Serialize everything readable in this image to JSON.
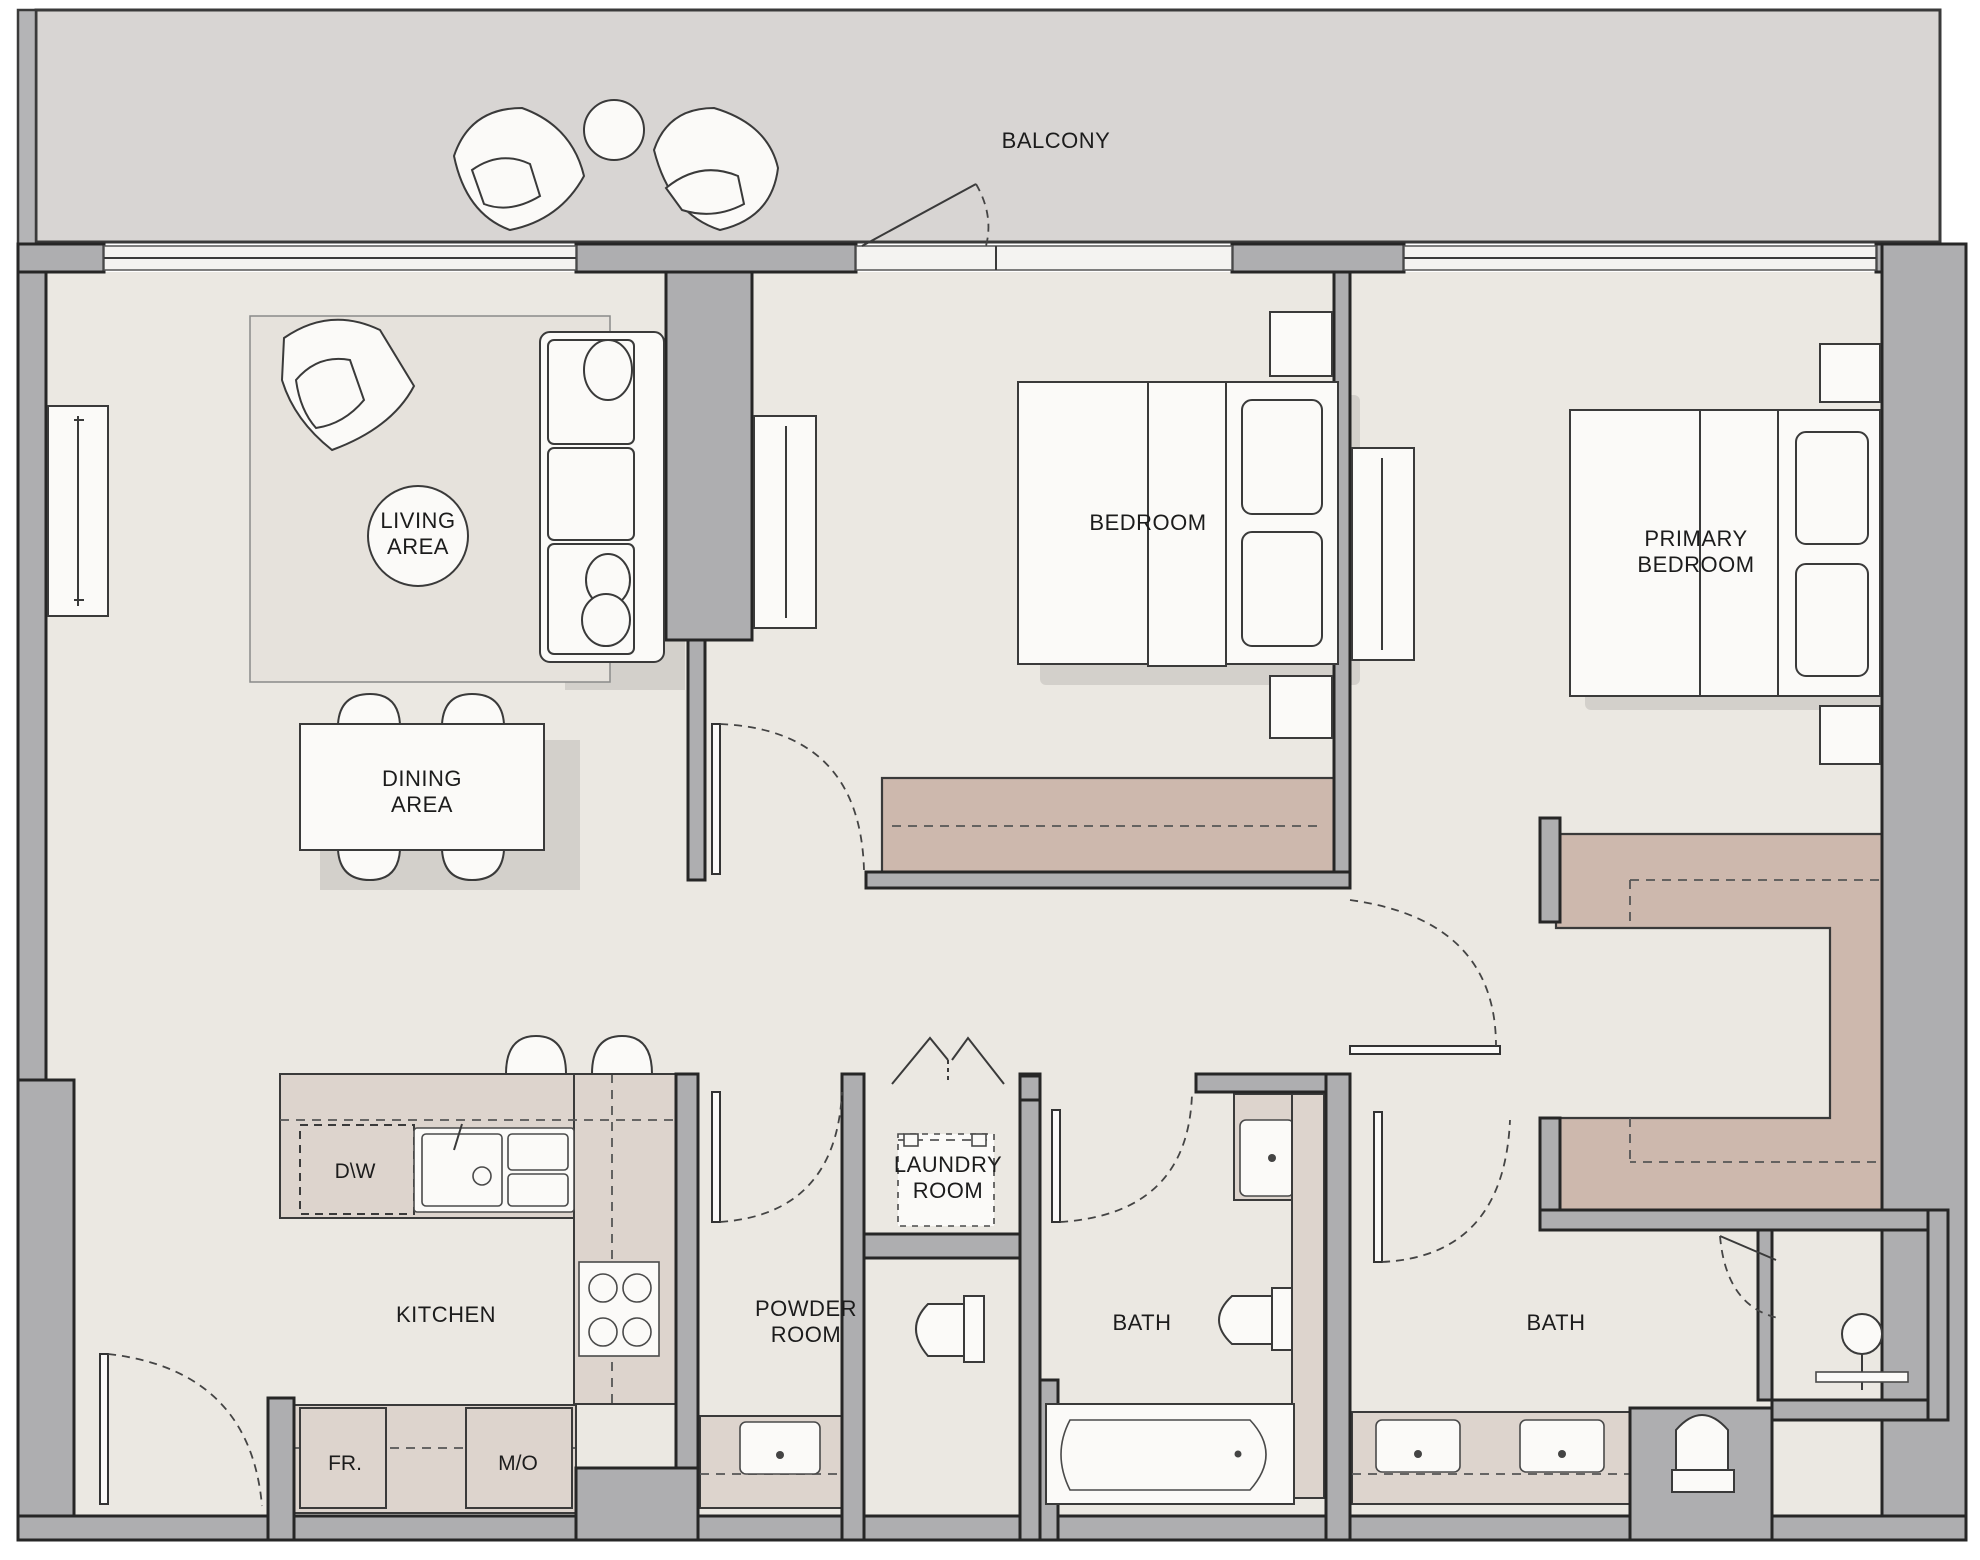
{
  "floor_plan": {
    "rooms": {
      "balcony": "BALCONY",
      "living_area": [
        "LIVING",
        "AREA"
      ],
      "dining_area": [
        "DINING",
        "AREA"
      ],
      "bedroom": "BEDROOM",
      "primary_bedroom": [
        "PRIMARY",
        "BEDROOM"
      ],
      "kitchen": "KITCHEN",
      "powder_room": [
        "POWDER",
        "ROOM"
      ],
      "laundry_room": [
        "LAUNDRY",
        "ROOM"
      ],
      "bath_1": "BATH",
      "bath_2": "BATH"
    },
    "appliances": {
      "dishwasher": "D\\W",
      "fridge": "FR.",
      "microwave": "M/O"
    }
  },
  "colors": {
    "wall": "#aeaeb0",
    "floor": "#ebe8e2",
    "balcony": "#d8d5d3",
    "wardrobe": "#cdb8ad",
    "counter": "#ddd4cd"
  }
}
